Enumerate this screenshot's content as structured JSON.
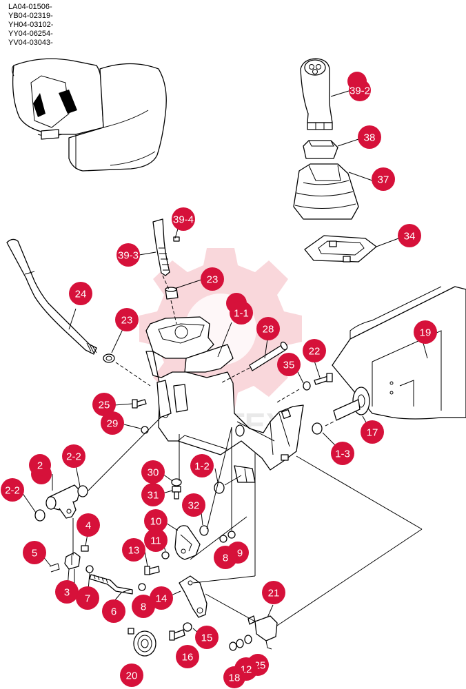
{
  "serial_numbers": [
    "LA04-01506-",
    "YB04-02319-",
    "YH04-03102-",
    "YY04-06254-",
    "YV04-03043-"
  ],
  "watermark_text": "VIHTEX",
  "callout_color": "#d6113a",
  "callouts": [
    {
      "id": "c39-2",
      "label": "39-2"
    },
    {
      "id": "c38",
      "label": "38"
    },
    {
      "id": "c37",
      "label": "37"
    },
    {
      "id": "c34",
      "label": "34"
    },
    {
      "id": "c39-4",
      "label": "39-4"
    },
    {
      "id": "c39-3",
      "label": "39-3"
    },
    {
      "id": "c23a",
      "label": "23"
    },
    {
      "id": "c24",
      "label": "24"
    },
    {
      "id": "c1-1",
      "label": "1-1"
    },
    {
      "id": "c23b",
      "label": "23"
    },
    {
      "id": "c28",
      "label": "28"
    },
    {
      "id": "c19",
      "label": "19"
    },
    {
      "id": "c22",
      "label": "22"
    },
    {
      "id": "c35",
      "label": "35"
    },
    {
      "id": "c25a",
      "label": "25"
    },
    {
      "id": "c29",
      "label": "29"
    },
    {
      "id": "c17",
      "label": "17"
    },
    {
      "id": "c1-3",
      "label": "1-3"
    },
    {
      "id": "c2",
      "label": "2"
    },
    {
      "id": "c2-2a",
      "label": "2-2"
    },
    {
      "id": "c30",
      "label": "30"
    },
    {
      "id": "c1-2",
      "label": "1-2"
    },
    {
      "id": "c2-2b",
      "label": "2-2"
    },
    {
      "id": "c31",
      "label": "31"
    },
    {
      "id": "c32",
      "label": "32"
    },
    {
      "id": "c10",
      "label": "10"
    },
    {
      "id": "c4",
      "label": "4"
    },
    {
      "id": "c11",
      "label": "11"
    },
    {
      "id": "c9",
      "label": "9"
    },
    {
      "id": "c8a",
      "label": "8"
    },
    {
      "id": "c5",
      "label": "5"
    },
    {
      "id": "c13",
      "label": "13"
    },
    {
      "id": "c21",
      "label": "21"
    },
    {
      "id": "c3",
      "label": "3"
    },
    {
      "id": "c7",
      "label": "7"
    },
    {
      "id": "c14",
      "label": "14"
    },
    {
      "id": "c8b",
      "label": "8"
    },
    {
      "id": "c6",
      "label": "6"
    },
    {
      "id": "c15a",
      "label": "15"
    },
    {
      "id": "c16",
      "label": "16"
    },
    {
      "id": "c20",
      "label": "20"
    },
    {
      "id": "c25b",
      "label": "25"
    },
    {
      "id": "c12",
      "label": "12"
    },
    {
      "id": "c18",
      "label": "18"
    }
  ]
}
